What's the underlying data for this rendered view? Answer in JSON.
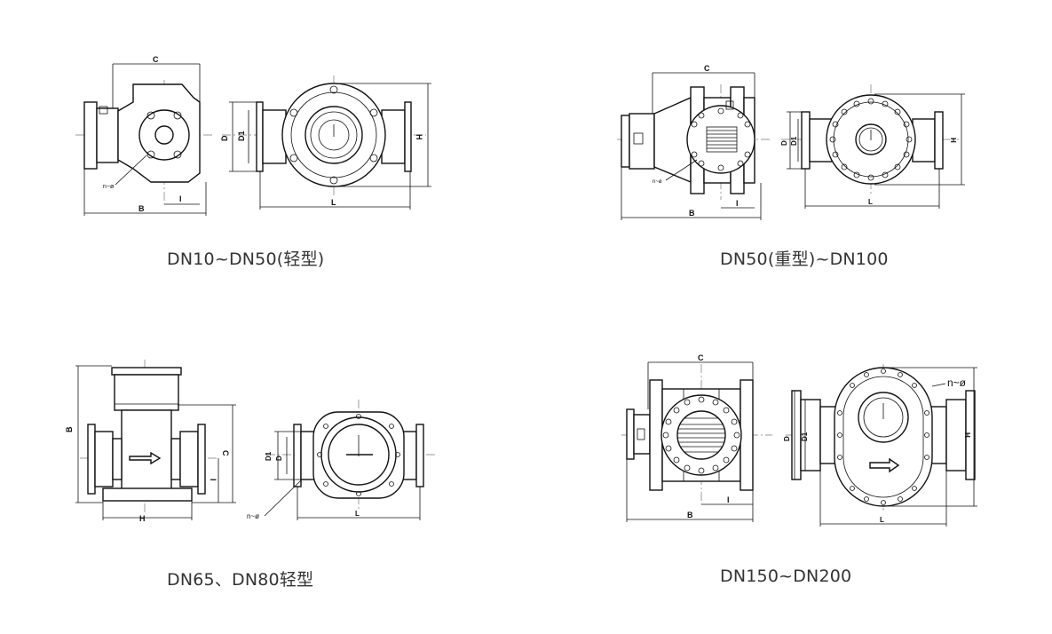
{
  "diagrams": [
    {
      "caption": "DN10~DN50(轻型)",
      "dims": {
        "c": "C",
        "b": "B",
        "d": "D",
        "d1": "D1",
        "h": "H",
        "l": "L",
        "i": "I",
        "n": "n~ø"
      }
    },
    {
      "caption": "DN50(重型)~DN100",
      "dims": {
        "c": "C",
        "b": "B",
        "d": "D",
        "d1": "D1",
        "h": "H",
        "l": "L",
        "i": "I",
        "n": "n~ø"
      }
    },
    {
      "caption": "DN65、DN80轻型",
      "dims": {
        "b": "B",
        "c": "C",
        "h": "H",
        "i": "I",
        "d1": "D1",
        "d": "D",
        "l": "L",
        "n": "n~ø"
      }
    },
    {
      "caption": "DN150~DN200",
      "dims": {
        "c": "C",
        "b": "B",
        "i": "I",
        "d": "D",
        "d1": "D1",
        "h": "H",
        "l": "L",
        "n": "n~ø"
      }
    }
  ]
}
